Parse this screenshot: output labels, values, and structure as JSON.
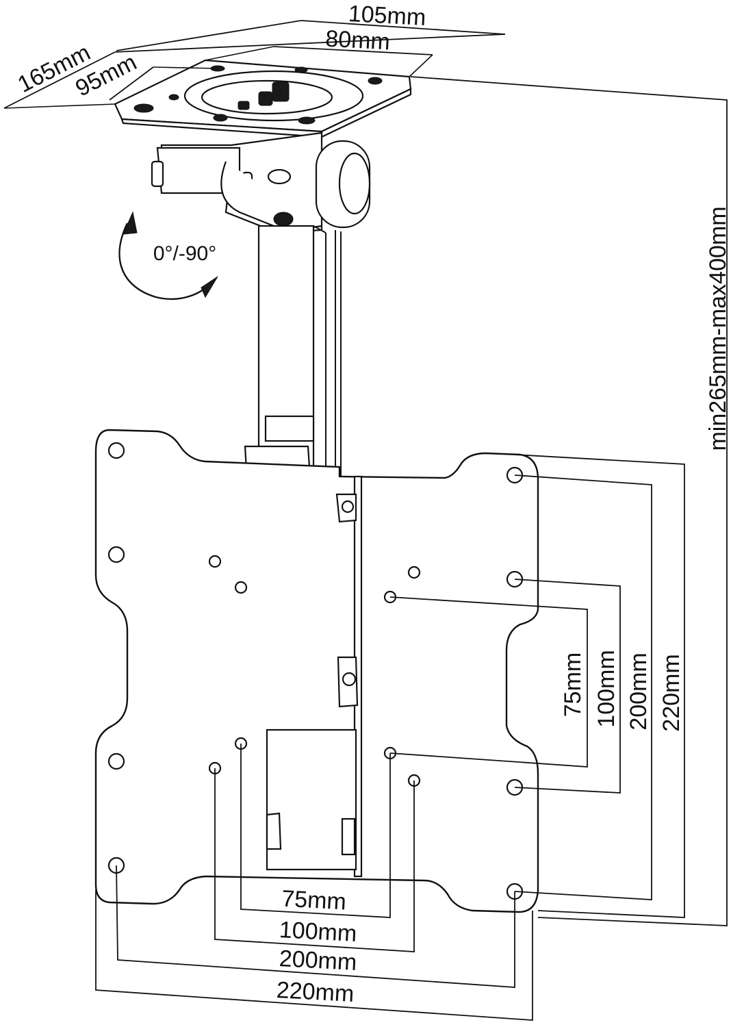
{
  "diagram": {
    "subject": "ceiling TV mount dimension drawing",
    "line_color": "#111111",
    "background_color": "#ffffff",
    "labels": {
      "ceiling_plate_width_outer": "105mm",
      "ceiling_plate_width_inner": "80mm",
      "ceiling_plate_depth_outer": "165mm",
      "ceiling_plate_depth_inner": "95mm",
      "tilt_range": "0°/-90°",
      "height_range": "min265mm-max400mm",
      "vesa_h_75": "75mm",
      "vesa_h_100": "100mm",
      "vesa_h_200": "200mm",
      "vesa_h_220": "220mm",
      "vesa_v_75": "75mm",
      "vesa_v_100": "100mm",
      "vesa_v_200": "200mm",
      "vesa_v_220": "220mm"
    }
  }
}
